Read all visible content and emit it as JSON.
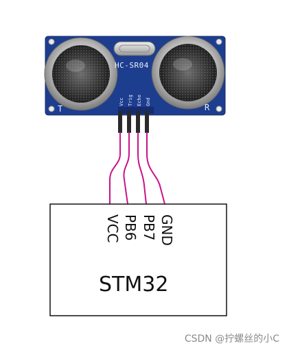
{
  "sensor": {
    "model": "HC-SR04",
    "left_label": "T",
    "right_label": "R",
    "pins": [
      "Vcc",
      "Trig",
      "Echo",
      "Gnd"
    ]
  },
  "mcu": {
    "name": "STM32",
    "pins": [
      "VCC",
      "PB6",
      "PB7",
      "GND"
    ]
  },
  "colors": {
    "board": "#1d3d8f",
    "wire": "#c8128a",
    "header": "#2a2a2a"
  },
  "watermark": "CSDN @拧螺丝的小C"
}
